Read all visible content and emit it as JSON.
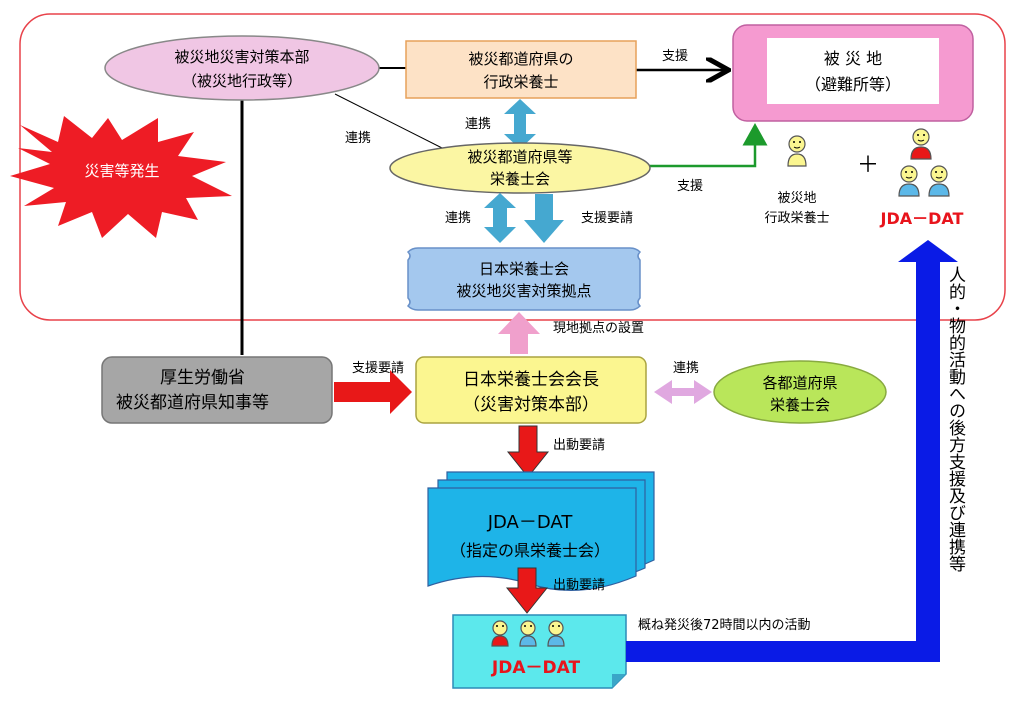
{
  "nodes": {
    "hq_local": {
      "line1": "被災地災害対策本部",
      "line2": "（被災地行政等）"
    },
    "pref_dietitian": {
      "line1": "被災都道府県の",
      "line2": "行政栄養士"
    },
    "disaster_area": {
      "line1": "被 災 地",
      "line2": "（避難所等）"
    },
    "burst": {
      "text": "災害等発生"
    },
    "pref_assoc": {
      "line1": "被災都道府県等",
      "line2": "栄養士会"
    },
    "jda_base": {
      "line1": "日本栄養士会",
      "line2": "被災地災害対策拠点"
    },
    "mhlw": {
      "line1": "厚生労働省",
      "line2": "被災都道府県知事等"
    },
    "jda_president": {
      "line1": "日本栄養士会会長",
      "line2": "（災害対策本部）"
    },
    "other_prefs": {
      "line1": "各都道府県",
      "line2": "栄養士会"
    },
    "jda_dat_pref": {
      "line1": "JDA－DAT",
      "line2": "（指定の県栄養士会）"
    },
    "jda_dat_team": {
      "text": "JDA－DAT"
    },
    "local_dietitian_person": {
      "line1": "被災地",
      "line2": "行政栄養士"
    },
    "jda_dat_people": {
      "text": "JDA－DAT"
    },
    "plus": {
      "text": "＋"
    }
  },
  "labels": {
    "support_top": "支援",
    "renkei_1": "連携",
    "renkei_2": "連携",
    "renkei_3": "連携",
    "renkei_4": "連携",
    "support_mid": "支援",
    "support_request_1": "支援要請",
    "support_request_2": "支援要請",
    "onsite_base": "現地拠点の設置",
    "dispatch_1": "出動要請",
    "dispatch_2": "出動要請",
    "activity": "概ね発災後72時間以内の活動",
    "vertical": "人的・物的活動への後方支援及び連携等"
  },
  "colors": {
    "frame": "#e8424a",
    "hq_oval": "#f0c6e4",
    "pref_box": "#fde2c6",
    "area_box": "#f59ad0",
    "burst": "#ee1c25",
    "assoc_oval": "#fbf6a3",
    "base_box": "#a4c8ee",
    "mhlw_box": "#a6a6a6",
    "pres_box": "#fbf690",
    "other_oval": "#b9e65a",
    "dat_doc": "#1eb4e8",
    "team_box": "#5ce8ec",
    "blue_arrow": "#0a1be6",
    "red_arrow": "#e81818",
    "pink_arrow": "#f0a0cc",
    "cyan_arrow": "#45a8d0",
    "green_line": "#1c9a2c",
    "accent_red": "#e8141c"
  }
}
